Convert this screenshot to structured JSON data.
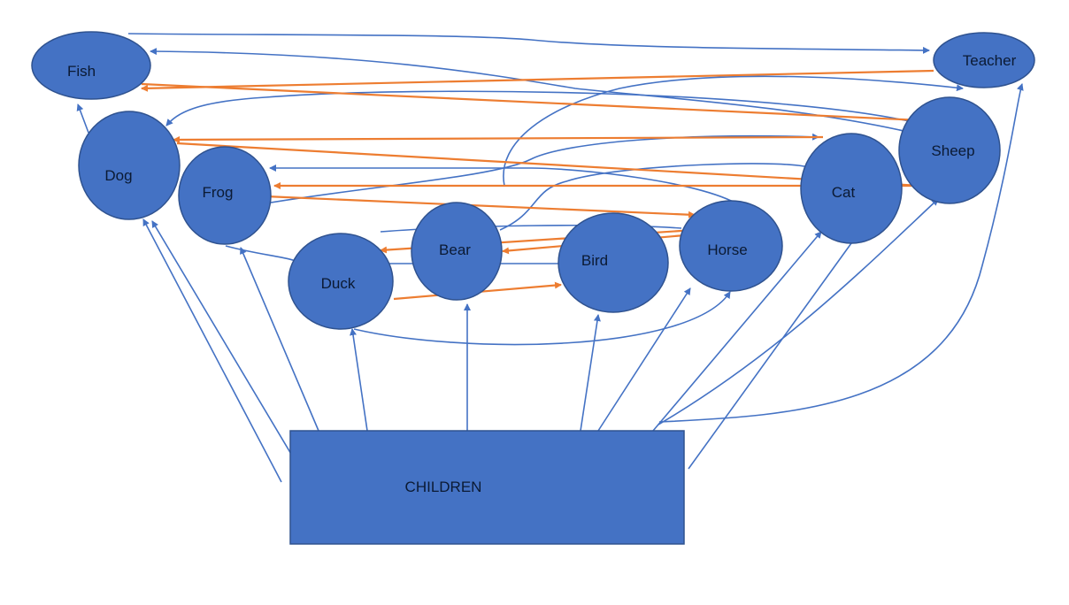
{
  "colors": {
    "node_fill": "#4472C4",
    "node_border": "#2F528F",
    "edge_blue": "#4472C4",
    "edge_orange": "#ED7D31",
    "label_text": "#0b1a33",
    "background": "#ffffff"
  },
  "nodes": [
    {
      "id": "fish",
      "label": "Fish",
      "shape": "ellipse"
    },
    {
      "id": "teacher",
      "label": "Teacher",
      "shape": "ellipse"
    },
    {
      "id": "dog",
      "label": "Dog",
      "shape": "ellipse"
    },
    {
      "id": "frog",
      "label": "Frog",
      "shape": "ellipse"
    },
    {
      "id": "duck",
      "label": "Duck",
      "shape": "ellipse"
    },
    {
      "id": "bear",
      "label": "Bear",
      "shape": "ellipse"
    },
    {
      "id": "bird",
      "label": "Bird",
      "shape": "ellipse"
    },
    {
      "id": "horse",
      "label": "Horse",
      "shape": "ellipse"
    },
    {
      "id": "cat",
      "label": "Cat",
      "shape": "ellipse"
    },
    {
      "id": "sheep",
      "label": "Sheep",
      "shape": "ellipse"
    },
    {
      "id": "children",
      "label": "CHILDREN",
      "shape": "rect"
    }
  ],
  "edges": [
    {
      "from": "children",
      "to": "dog",
      "kind": "blue"
    },
    {
      "from": "children",
      "to": "dog",
      "kind": "blue"
    },
    {
      "from": "children",
      "to": "frog",
      "kind": "blue"
    },
    {
      "from": "children",
      "to": "duck",
      "kind": "blue"
    },
    {
      "from": "children",
      "to": "bear",
      "kind": "blue"
    },
    {
      "from": "children",
      "to": "bird",
      "kind": "blue"
    },
    {
      "from": "children",
      "to": "horse",
      "kind": "blue"
    },
    {
      "from": "children",
      "to": "cat",
      "kind": "blue"
    },
    {
      "from": "children",
      "to": "sheep",
      "kind": "blue"
    },
    {
      "from": "children",
      "to": "teacher",
      "kind": "blue"
    },
    {
      "from": "dog",
      "to": "fish",
      "kind": "blue"
    },
    {
      "from": "fish",
      "to": "teacher",
      "kind": "blue"
    },
    {
      "from": "teacher",
      "to": "fish",
      "kind": "orange"
    },
    {
      "from": "fish",
      "to": "sheep",
      "kind": "orange"
    },
    {
      "from": "cat",
      "to": "dog",
      "kind": "orange"
    },
    {
      "from": "dog",
      "to": "sheep",
      "kind": "orange"
    },
    {
      "from": "sheep",
      "to": "frog",
      "kind": "orange"
    },
    {
      "from": "frog",
      "to": "horse",
      "kind": "orange"
    },
    {
      "from": "horse",
      "to": "duck",
      "kind": "orange"
    },
    {
      "from": "horse",
      "to": "bear",
      "kind": "orange"
    },
    {
      "from": "duck",
      "to": "bird",
      "kind": "orange"
    },
    {
      "from": "duck",
      "to": "bird",
      "kind": "blue"
    },
    {
      "from": "duck",
      "to": "horse",
      "kind": "blue"
    },
    {
      "from": "horse",
      "to": "frog",
      "kind": "blue"
    },
    {
      "from": "frog",
      "to": "cat",
      "kind": "blue"
    },
    {
      "from": "sheep",
      "to": "dog",
      "kind": "blue"
    },
    {
      "from": "cat",
      "to": "fish",
      "kind": "blue"
    },
    {
      "from": "bear",
      "to": "teacher",
      "kind": "blue"
    },
    {
      "from": "frog",
      "to": "duck",
      "kind": "blue"
    }
  ]
}
